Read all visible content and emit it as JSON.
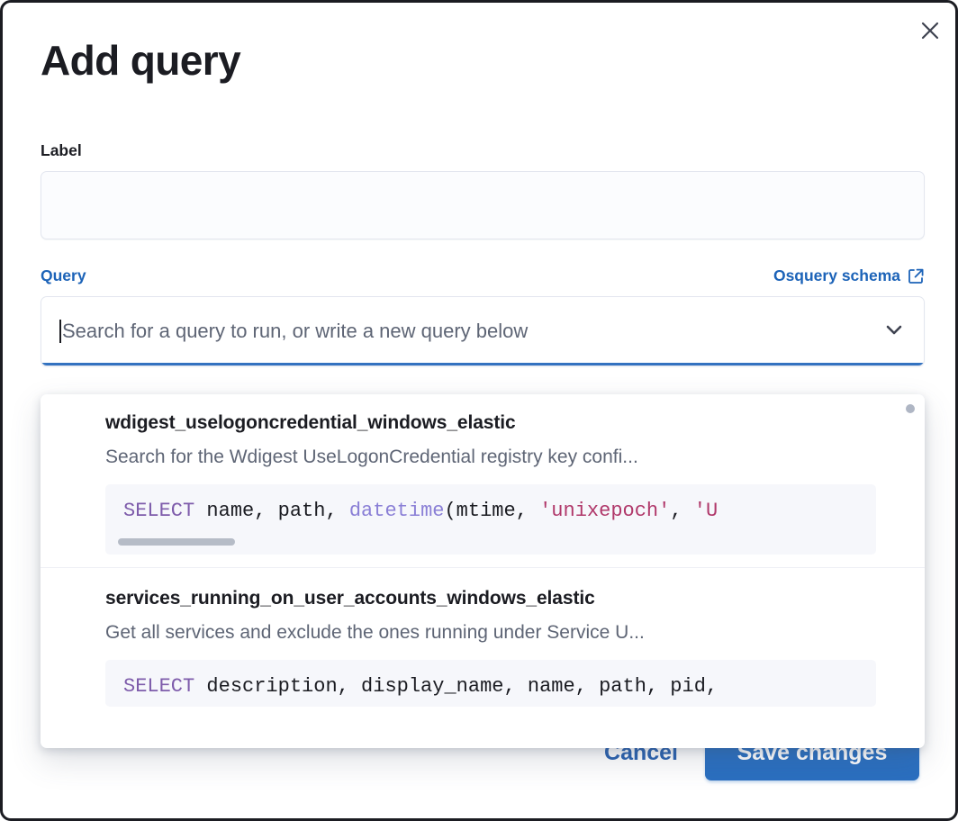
{
  "modal": {
    "title": "Add query",
    "close_icon": "close-icon"
  },
  "label_field": {
    "label": "Label",
    "value": "",
    "placeholder": ""
  },
  "query_field": {
    "label": "Query",
    "schema_link_text": "Osquery schema",
    "schema_link_icon": "external-link-icon",
    "placeholder": "Search for a query to run, or write a new query below",
    "value": "",
    "chevron_icon": "chevron-down-icon"
  },
  "suggestions": [
    {
      "title": "wdigest_uselogoncredential_windows_elastic",
      "description": "Search for the Wdigest UseLogonCredential registry key confi...",
      "code_tokens": [
        {
          "t": "SELECT",
          "c": "kw"
        },
        {
          "t": " name, path, ",
          "c": "txt"
        },
        {
          "t": "datetime",
          "c": "fn"
        },
        {
          "t": "(mtime, ",
          "c": "txt"
        },
        {
          "t": "'unixepoch'",
          "c": "str"
        },
        {
          "t": ", ",
          "c": "txt"
        },
        {
          "t": "'U",
          "c": "str"
        }
      ],
      "has_scrollbar": true
    },
    {
      "title": "services_running_on_user_accounts_windows_elastic",
      "description": "Get all services and exclude the ones running under Service U...",
      "code_tokens": [
        {
          "t": "SELECT",
          "c": "kw"
        },
        {
          "t": " description, display_name, name, path, pid,",
          "c": "txt"
        }
      ],
      "has_scrollbar": false
    }
  ],
  "footer": {
    "cancel_label": "Cancel",
    "save_label": "Save changes"
  },
  "colors": {
    "accent_blue": "#2a6fc0",
    "link_blue": "#1c63b8",
    "focus_underline": "#3372c0",
    "keyword_purple": "#7e5cab",
    "function_purple": "#8a7fd6",
    "string_crimson": "#b0386a",
    "code_background": "#f6f7fb",
    "text_dark": "#1b1c22",
    "text_muted": "#5e6575"
  }
}
